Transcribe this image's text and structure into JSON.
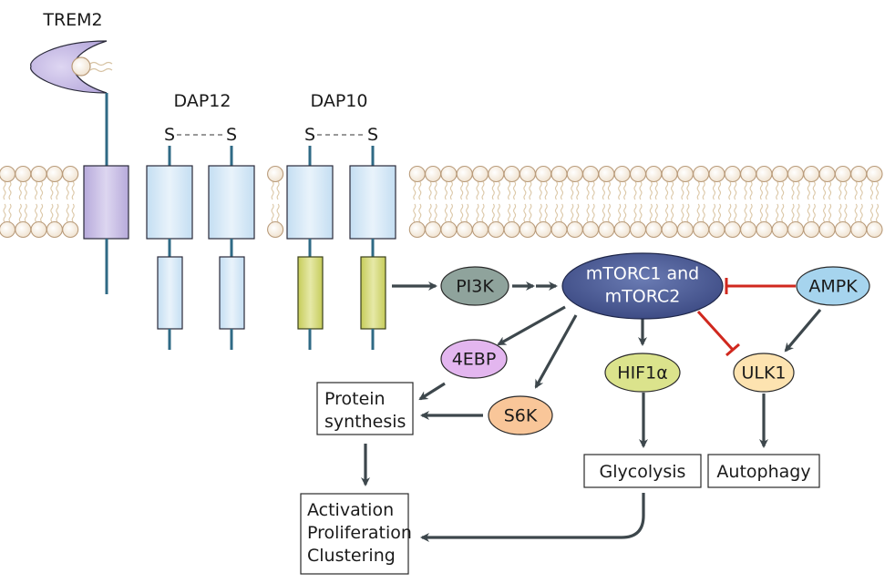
{
  "receptors": {
    "trem2": "TREM2",
    "dap12": "DAP12",
    "dap10": "DAP10",
    "disulfide": [
      "S",
      "S",
      "S",
      "S"
    ]
  },
  "nodes": {
    "pi3k": "PI3K",
    "mtorc_line1": "mTORC1 and",
    "mtorc_line2": "mTORC2",
    "ampk": "AMPK",
    "fourebp": "4EBP",
    "s6k": "S6K",
    "hif1a": "HIF1α",
    "ulk1": "ULK1"
  },
  "outcomes": {
    "protein_synthesis": [
      "Protein",
      "synthesis"
    ],
    "glycolysis": "Glycolysis",
    "autophagy": "Autophagy",
    "cell_response": [
      "Activation",
      "Proliferation",
      "Clustering"
    ]
  },
  "colors": {
    "arrow": "#3d474c",
    "inhibit": "#d0281e",
    "stalk": "#2f6a85",
    "trem2_fill": "#c6bde4",
    "dap12_fill": "#d4e8f6",
    "dap10_fill": "#d2d77a",
    "pi3k_fill": "#8fa39c",
    "mtorc_fill": "#4f5f97",
    "ampk_fill": "#a6d4ee",
    "fourebp_fill": "#e3b6ef",
    "s6k_fill": "#f9c699",
    "hif1a_fill": "#dbe38c",
    "ulk1_fill": "#fde3b0",
    "lipid_head": "#f6ecde",
    "lipid_stroke": "#b99b7a"
  }
}
